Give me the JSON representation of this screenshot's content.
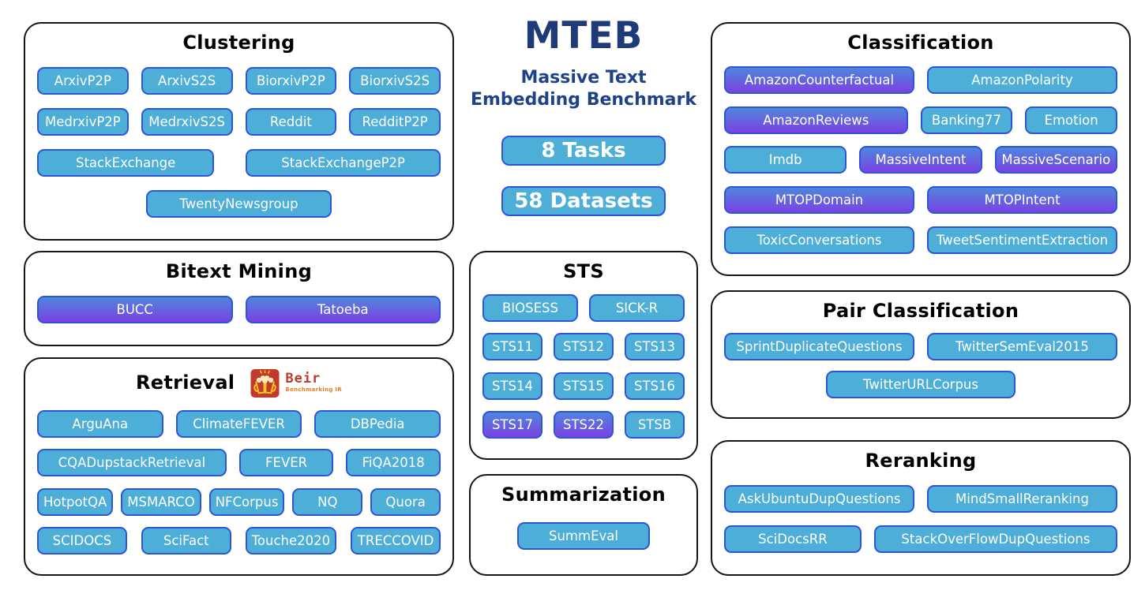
{
  "header": {
    "title": "MTEB",
    "subtitle_line1": "Massive Text",
    "subtitle_line2": "Embedding Benchmark",
    "tasks_badge": "8 Tasks",
    "datasets_badge": "58 Datasets"
  },
  "colors": {
    "pill_fill": "#4dafd7",
    "pill_border": "#2d55d8",
    "gradient_top": "#4e86dc",
    "gradient_bottom": "#7c41e3",
    "title_navy": "#1e3a78",
    "subtitle_navy": "#1d4289",
    "box_border": "#151515",
    "beir_red": "#c0392b",
    "beir_orange": "#e67e22"
  },
  "boxes": [
    {
      "id": "clustering",
      "title": "Clustering",
      "rows": [
        {
          "pills": [
            {
              "label": "ArxivP2P"
            },
            {
              "label": "ArxivS2S"
            },
            {
              "label": "BiorxivP2P"
            },
            {
              "label": "BiorxivS2S"
            }
          ]
        },
        {
          "pills": [
            {
              "label": "MedrxivP2P"
            },
            {
              "label": "MedrxivS2S"
            },
            {
              "label": "Reddit"
            },
            {
              "label": "RedditP2P"
            }
          ]
        },
        {
          "gap": 40,
          "pills": [
            {
              "label": "StackExchange",
              "flex": 0.93
            },
            {
              "label": "StackExchangeP2P",
              "flex": 1.03
            }
          ]
        },
        {
          "justify": "center",
          "pills": [
            {
              "label": "TwentyNewsgroup",
              "width": "46%"
            }
          ]
        }
      ]
    },
    {
      "id": "bitext",
      "title": "Bitext Mining",
      "rows": [
        {
          "pills": [
            {
              "label": "BUCC",
              "variant": "gradient"
            },
            {
              "label": "Tatoeba",
              "variant": "gradient"
            }
          ]
        }
      ]
    },
    {
      "id": "retrieval",
      "title": "Retrieval",
      "logo": {
        "name": "Beir",
        "subtext": "Benchmarking IR"
      },
      "rows": [
        {
          "pills": [
            {
              "label": "ArguAna"
            },
            {
              "label": "ClimateFEVER"
            },
            {
              "label": "DBPedia"
            }
          ]
        },
        {
          "pills": [
            {
              "label": "CQADupstackRetrieval",
              "flex": 2.16
            },
            {
              "label": "FEVER"
            },
            {
              "label": "FiQA2018"
            }
          ]
        },
        {
          "gap": 10,
          "pills": [
            {
              "label": "HotpotQA"
            },
            {
              "label": "MSMARCO"
            },
            {
              "label": "NFCorpus"
            },
            {
              "label": "NQ"
            },
            {
              "label": "Quora"
            }
          ]
        },
        {
          "gap": 18,
          "pills": [
            {
              "label": "SCIDOCS"
            },
            {
              "label": "SciFact"
            },
            {
              "label": "Touche2020"
            },
            {
              "label": "TRECCOVID"
            }
          ]
        }
      ]
    },
    {
      "id": "sts",
      "title": "STS",
      "rows": [
        {
          "pills": [
            {
              "label": "BIOSESS"
            },
            {
              "label": "SICK-R"
            }
          ]
        },
        {
          "pills": [
            {
              "label": "STS11"
            },
            {
              "label": "STS12"
            },
            {
              "label": "STS13"
            }
          ]
        },
        {
          "pills": [
            {
              "label": "STS14"
            },
            {
              "label": "STS15"
            },
            {
              "label": "STS16"
            }
          ]
        },
        {
          "pills": [
            {
              "label": "STS17",
              "variant": "gradient"
            },
            {
              "label": "STS22",
              "variant": "gradient"
            },
            {
              "label": "STSB"
            }
          ]
        }
      ]
    },
    {
      "id": "summarization",
      "title": "Summarization",
      "rows": [
        {
          "justify": "center",
          "pills": [
            {
              "label": "SummEval",
              "width": "66%"
            }
          ]
        }
      ]
    },
    {
      "id": "classification",
      "title": "Classification",
      "rows": [
        {
          "pills": [
            {
              "label": "AmazonCounterfactual",
              "variant": "gradient"
            },
            {
              "label": "AmazonPolarity"
            }
          ]
        },
        {
          "pills": [
            {
              "label": "AmazonReviews",
              "variant": "gradient",
              "flex": 2.15
            },
            {
              "label": "Banking77"
            },
            {
              "label": "Emotion"
            }
          ]
        },
        {
          "pills": [
            {
              "label": "Imdb"
            },
            {
              "label": "MassiveIntent",
              "variant": "gradient"
            },
            {
              "label": "MassiveScenario",
              "variant": "gradient"
            }
          ]
        },
        {
          "pills": [
            {
              "label": "MTOPDomain",
              "variant": "gradient"
            },
            {
              "label": "MTOPIntent",
              "variant": "gradient"
            }
          ]
        },
        {
          "pills": [
            {
              "label": "ToxicConversations"
            },
            {
              "label": "TweetSentimentExtraction"
            }
          ]
        }
      ]
    },
    {
      "id": "pair",
      "title": "Pair Classification",
      "rows": [
        {
          "pills": [
            {
              "label": "SprintDuplicateQuestions"
            },
            {
              "label": "TwitterSemEval2015"
            }
          ]
        },
        {
          "justify": "center",
          "pills": [
            {
              "label": "TwitterURLCorpus",
              "width": "48%"
            }
          ]
        }
      ]
    },
    {
      "id": "reranking",
      "title": "Reranking",
      "rows": [
        {
          "pills": [
            {
              "label": "AskUbuntuDupQuestions"
            },
            {
              "label": "MindSmallReranking"
            }
          ]
        },
        {
          "pills": [
            {
              "label": "SciDocsRR",
              "flex": 1
            },
            {
              "label": "StackOverFlowDupQuestions",
              "flex": 1.85
            }
          ]
        }
      ]
    }
  ]
}
